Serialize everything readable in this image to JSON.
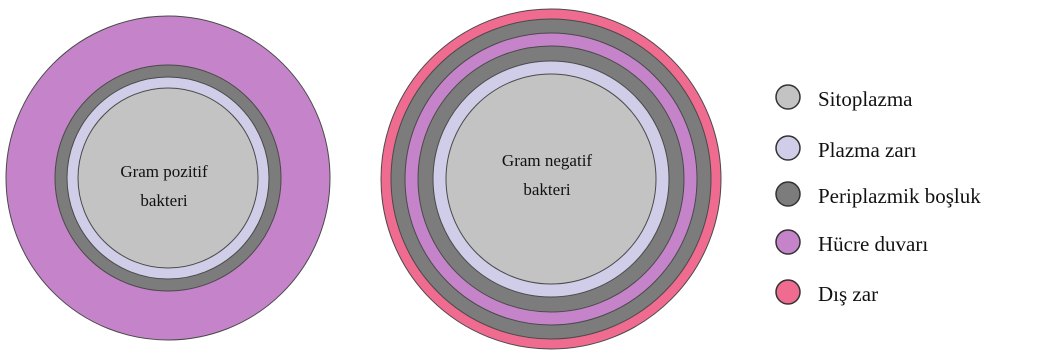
{
  "colors": {
    "sitoplazma": "#c3c3c3",
    "plazma_zari": "#d0cde8",
    "periplazmik_bosluk": "#7c7c7c",
    "hucre_duvari": "#c584c9",
    "dis_zar": "#f06b90",
    "outline": "#4a4a4a"
  },
  "cells": {
    "gram_positive": {
      "line1": "Gram pozitif",
      "line2": "bakteri"
    },
    "gram_negative": {
      "line1": "Gram negatif",
      "line2": "bakteri"
    }
  },
  "legend": [
    {
      "label": "Sitoplazma",
      "color_key": "sitoplazma"
    },
    {
      "label": "Plazma zarı",
      "color_key": "plazma_zari"
    },
    {
      "label": "Periplazmik boşluk",
      "color_key": "periplazmik_bosluk"
    },
    {
      "label": "Hücre duvarı",
      "color_key": "hucre_duvari"
    },
    {
      "label": "Dış zar",
      "color_key": "dis_zar"
    }
  ]
}
